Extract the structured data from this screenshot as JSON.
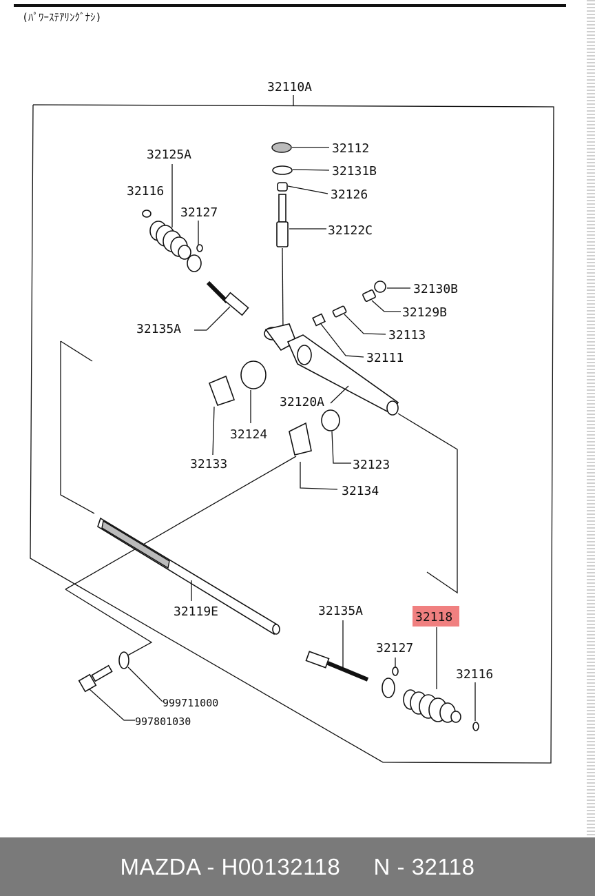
{
  "header_note": "(ﾊﾟﾜｰｽﾃｱﾘﾝｸﾞﾅｼ)",
  "assembly_label": "32110A",
  "parts": {
    "p32112": "32112",
    "p32131B": "32131B",
    "p32126": "32126",
    "p32122C": "32122C",
    "p32125A": "32125A",
    "p32116_top": "32116",
    "p32127_top": "32127",
    "p32130B": "32130B",
    "p32129B": "32129B",
    "p32113": "32113",
    "p32111": "32111",
    "p32135A_top": "32135A",
    "p32120A": "32120A",
    "p32124": "32124",
    "p32133": "32133",
    "p32123": "32123",
    "p32134": "32134",
    "p32119E": "32119E",
    "p32135A_bottom": "32135A",
    "p32118": "32118",
    "p32127_bottom": "32127",
    "p32116_bottom": "32116",
    "p999711000": "999711000",
    "p997801030": "997801030"
  },
  "highlight_color": "#f08080",
  "footer": {
    "text": "MAZDA - H00132118     N - 32118"
  }
}
